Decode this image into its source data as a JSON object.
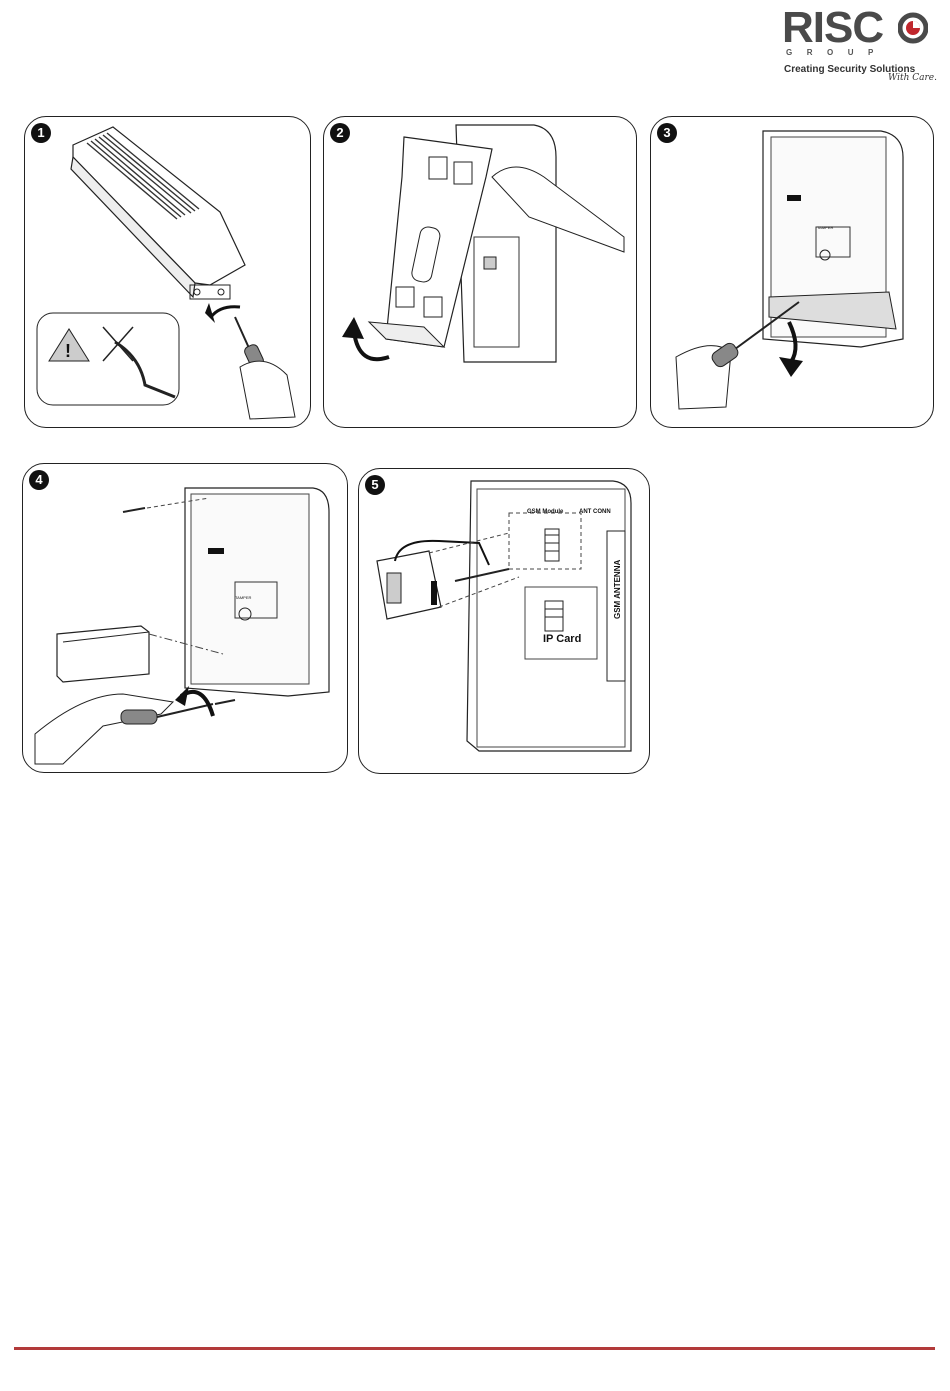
{
  "brand": {
    "name": "RISC",
    "group": "GROUP",
    "tagline": "Creating Security Solutions",
    "tagline_script": "With Care.",
    "accent": "#c0272d"
  },
  "steps": [
    {
      "number": "1"
    },
    {
      "number": "2"
    },
    {
      "number": "3"
    },
    {
      "number": "4"
    },
    {
      "number": "5",
      "labels": {
        "gsm_module": "GSM Module",
        "ant_conn": "ANT CONN",
        "gsm_antenna": "GSM ANTENNA",
        "ip_card": "IP Card"
      }
    }
  ],
  "footer": {
    "rule_color": "#b23a3a"
  }
}
